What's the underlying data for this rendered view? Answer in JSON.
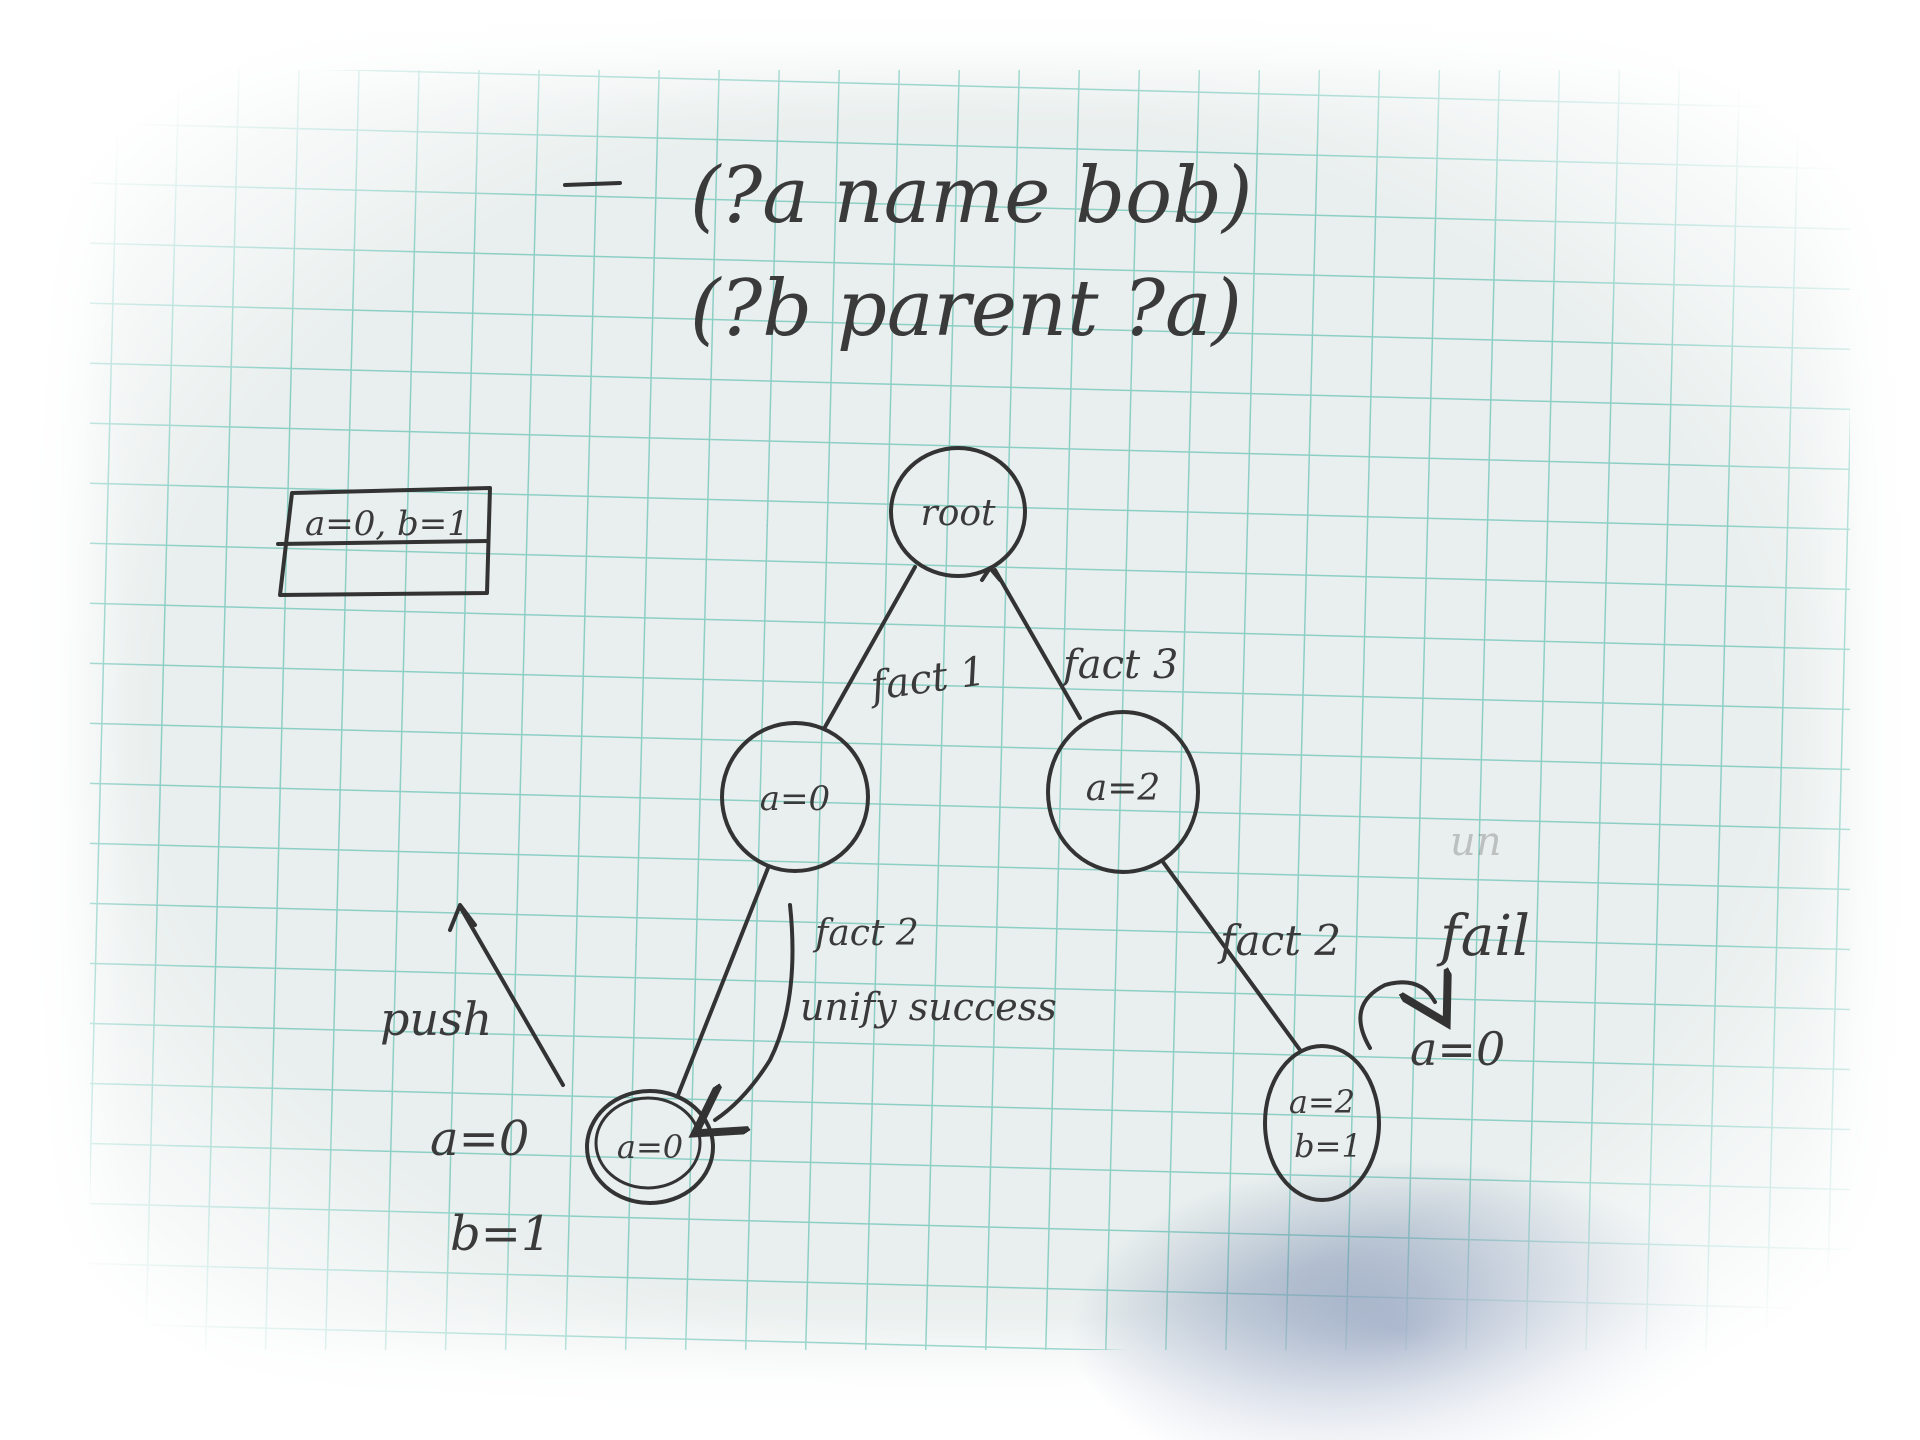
{
  "query": {
    "prefix": "–",
    "line1": "(?a name bob)",
    "line2": "(?b parent ?a)"
  },
  "box": {
    "label": "a=0, b=1"
  },
  "nodes": {
    "root": "root",
    "left": "a=0",
    "right": "a=2",
    "bottom_left": "a=0",
    "bottom_right_1": "a=2",
    "bottom_right_2": "b=1"
  },
  "edges": {
    "fact1": "fact 1",
    "fact3": "fact 3",
    "fact2_left": "fact 2",
    "unify": "unify success",
    "fact2_right": "fact 2"
  },
  "annotations": {
    "push": "push",
    "stack_a": "a=0",
    "stack_b": "b=1",
    "fail": "fail",
    "retry": "a=0",
    "faint": "un"
  },
  "colors": {
    "paper": "#e9efee",
    "grid": "#6fc4b6",
    "ink": "#333333",
    "shadow": "#6f84aa"
  }
}
